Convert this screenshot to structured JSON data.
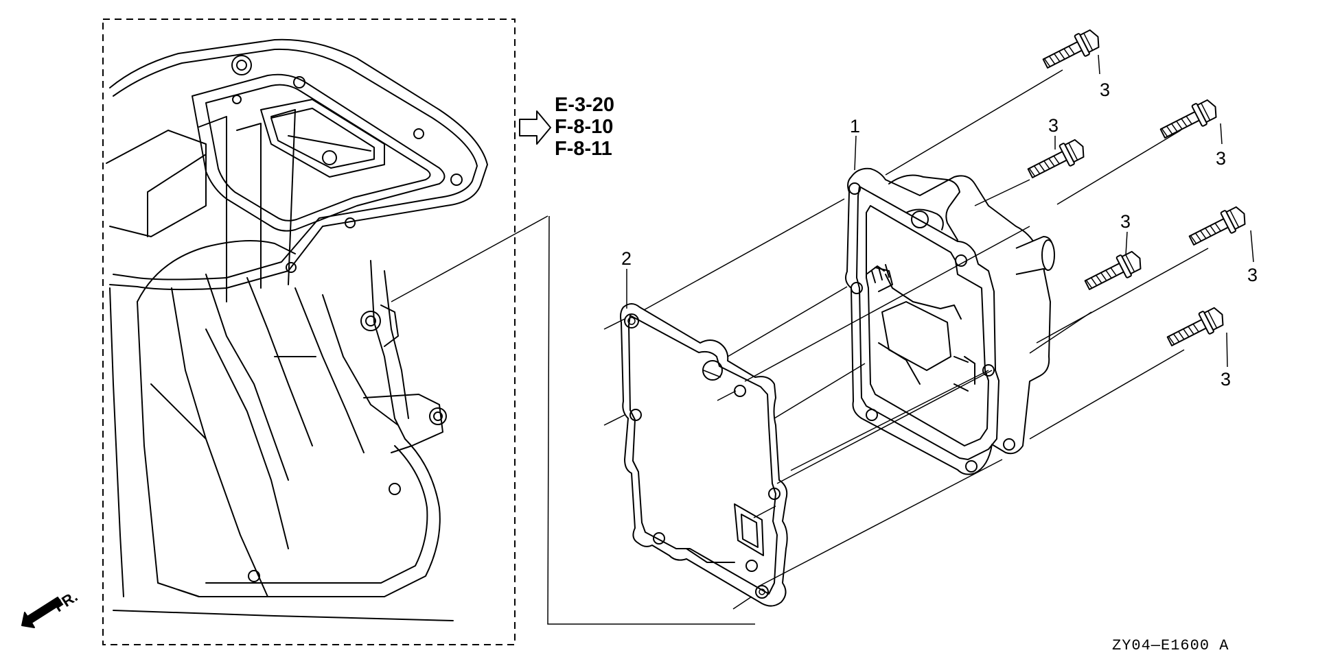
{
  "cross_references": [
    "E-3-20",
    "F-8-10",
    "F-8-11"
  ],
  "front_indicator": "FR.",
  "diagram_code": "ZY04—E1600 A",
  "parts": {
    "cover": "1",
    "gasket": "2",
    "bolt": "3"
  },
  "icons": {
    "front_arrow": "arrow-front-icon",
    "reference_arrow": "hollow-arrow-right-icon"
  }
}
